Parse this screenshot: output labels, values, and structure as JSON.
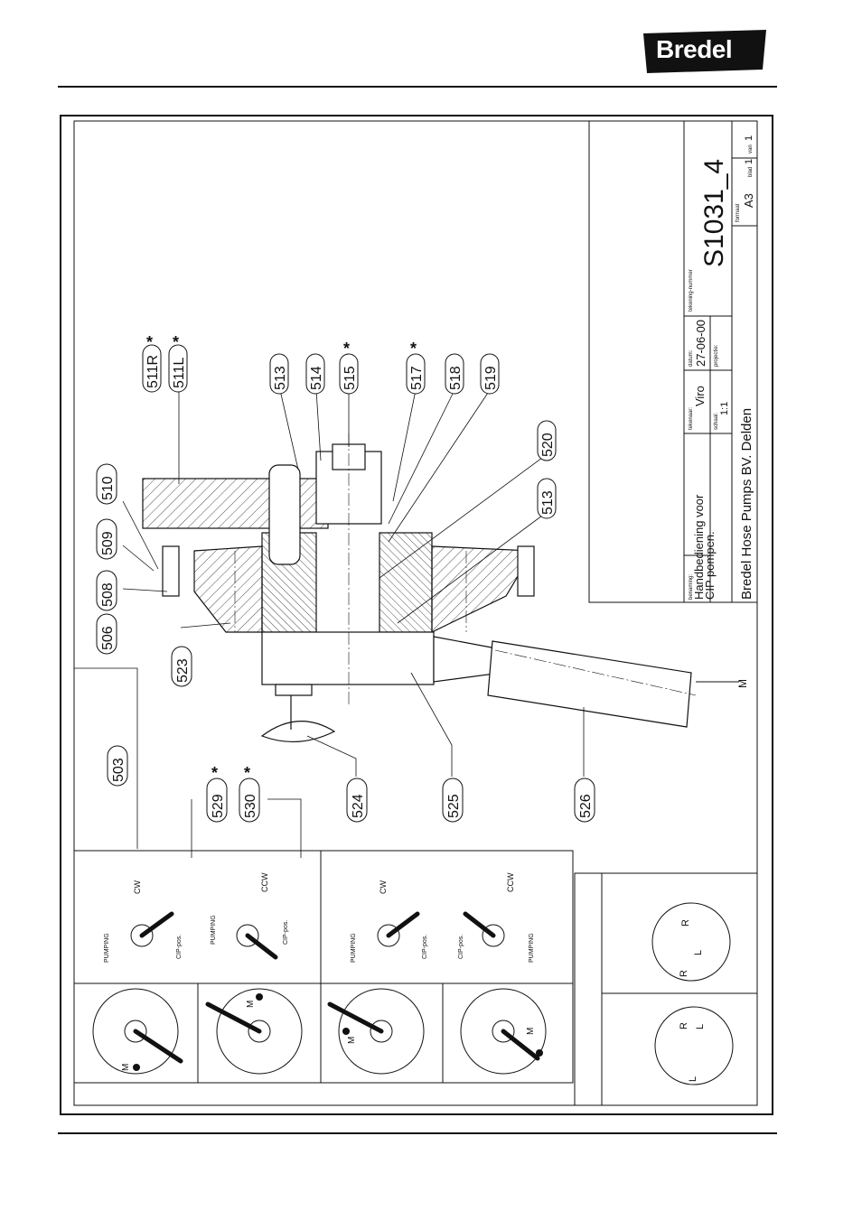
{
  "brand": {
    "logo_text": "Bredel",
    "logo_color": "#111111"
  },
  "title_block": {
    "benaming_label": "benaming:",
    "benaming_line1": "Handbediening voor",
    "benaming_line2": "CIP pompen.",
    "tekenaar_label": "tekenaar:",
    "tekenaar": "Viro",
    "datum_label": "datum:",
    "datum": "27-06-00",
    "schaal_label": "schaal:",
    "schaal": "1:1",
    "projectie_label": "projectie:",
    "tekening_label": "tekening-nummer",
    "tekening_nummer": "S1031_4",
    "formaat_label": "formaat",
    "formaat": "A3",
    "blad_label": "blad",
    "blad": "1",
    "van_label": "van",
    "van": "1",
    "company": "Bredel Hose Pumps BV. Delden"
  },
  "callouts": [
    {
      "label": "511R",
      "star": "*"
    },
    {
      "label": "511L",
      "star": "*"
    },
    {
      "label": "513",
      "star": ""
    },
    {
      "label": "514",
      "star": ""
    },
    {
      "label": "515",
      "star": "*"
    },
    {
      "label": "517",
      "star": "*"
    },
    {
      "label": "518",
      "star": ""
    },
    {
      "label": "519",
      "star": ""
    },
    {
      "label": "520",
      "star": ""
    },
    {
      "label": "513",
      "star": ""
    },
    {
      "label": "510",
      "star": ""
    },
    {
      "label": "509",
      "star": ""
    },
    {
      "label": "508",
      "star": ""
    },
    {
      "label": "506",
      "star": ""
    },
    {
      "label": "523",
      "star": ""
    },
    {
      "label": "503",
      "star": ""
    },
    {
      "label": "529",
      "star": "*"
    },
    {
      "label": "530",
      "star": "*"
    },
    {
      "label": "524",
      "star": ""
    },
    {
      "label": "525",
      "star": ""
    },
    {
      "label": "526",
      "star": ""
    }
  ],
  "section_mark": "M",
  "positions": {
    "cw": "CW",
    "ccw": "CCW",
    "pumping": "PUMPING",
    "cip_pos": "CIP-pos.",
    "m_mark": "M",
    "r_mark": "R",
    "l_mark": "L"
  }
}
